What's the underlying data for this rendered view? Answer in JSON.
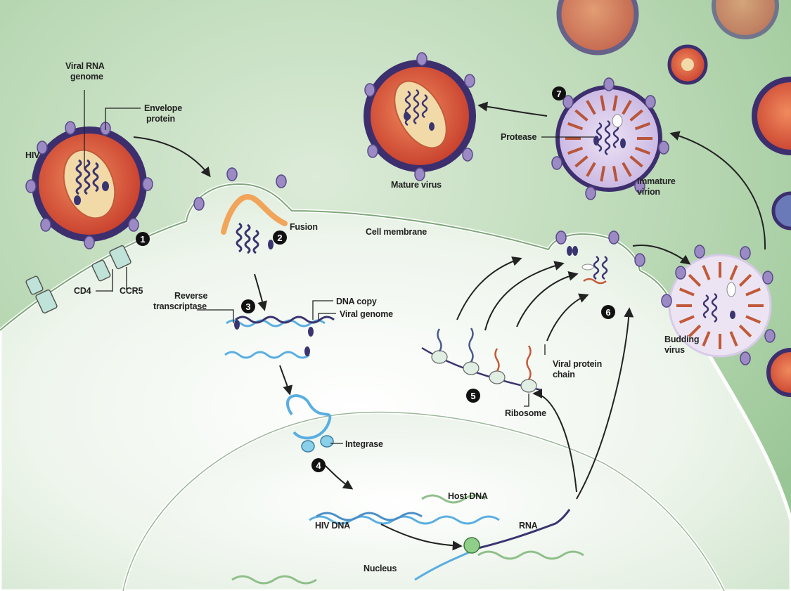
{
  "labels": {
    "viral_rna_genome_1": "Viral RNA",
    "viral_rna_genome_2": "genome",
    "envelope_protein_1": "Envelope",
    "envelope_protein_2": "protein",
    "hiv": "HIV",
    "cd4": "CD4",
    "ccr5": "CCR5",
    "fusion": "Fusion",
    "cell_membrane": "Cell membrane",
    "reverse_transcriptase_1": "Reverse",
    "reverse_transcriptase_2": "transcriptase",
    "dna_copy": "DNA copy",
    "viral_genome": "Viral genome",
    "integrase": "Integrase",
    "host_dna": "Host DNA",
    "hiv_dna": "HIV DNA",
    "rna": "RNA",
    "nucleus": "Nucleus",
    "ribosome": "Ribosome",
    "viral_protein_chain_1": "Viral protein",
    "viral_protein_chain_2": "chain",
    "budding_virus_1": "Budding",
    "budding_virus_2": "virus",
    "immature_virion_1": "Immature",
    "immature_virion_2": "virion",
    "protease": "Protease",
    "mature_virus": "Mature virus"
  },
  "steps": [
    "1",
    "2",
    "3",
    "4",
    "5",
    "6",
    "7"
  ],
  "colors": {
    "background_green": "#a9cfa6",
    "cell_interior": "#e8f2e6",
    "virus_envelope": "#3d2f6e",
    "virus_capsid": "#d9553a",
    "virus_core": "#f2d9a8",
    "genome": "#3a3470",
    "dna_blue": "#5aaee0",
    "host_dna": "#8fbf8a",
    "immature_fill": "#d7c8ea",
    "spike": "#8a76b6"
  }
}
